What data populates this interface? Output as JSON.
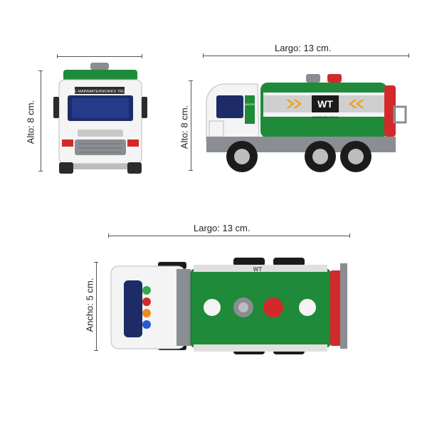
{
  "labels": {
    "front_height": "Alto: 8 cm.",
    "side_length": "Largo: 13 cm.",
    "side_height": "Alto: 8 cm.",
    "top_length": "Largo: 13 cm.",
    "top_width": "Ancho: 5 cm."
  },
  "truck": {
    "tank_logo": "WT",
    "tank_logo_sub": "WATERWORK TRUCK",
    "front_sign": "DAE MAINWATERWORKS TRUCK",
    "cab_plate": "WATER",
    "top_tank_text": "WT"
  },
  "colors": {
    "green": "#1f8a3a",
    "red": "#d22a2a",
    "white": "#f4f4f4",
    "gray": "#8a8d91",
    "navy": "#1d2b66"
  }
}
